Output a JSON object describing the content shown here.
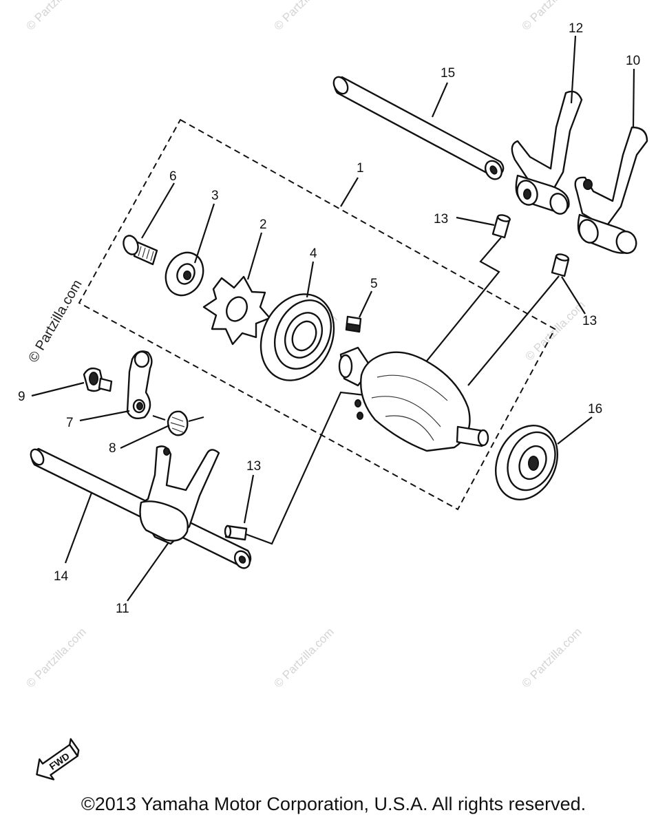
{
  "watermark": "© Partzilla.com",
  "callouts": {
    "c1": "1",
    "c2": "2",
    "c3": "3",
    "c4": "4",
    "c5": "5",
    "c6": "6",
    "c7": "7",
    "c8": "8",
    "c9": "9",
    "c10": "10",
    "c11": "11",
    "c12": "12",
    "c13a": "13",
    "c13b": "13",
    "c13c": "13",
    "c14": "14",
    "c15": "15",
    "c16": "16"
  },
  "fwd_label": "FWD",
  "copyright": "©2013 Yamaha Motor Corporation, U.S.A. All rights reserved."
}
